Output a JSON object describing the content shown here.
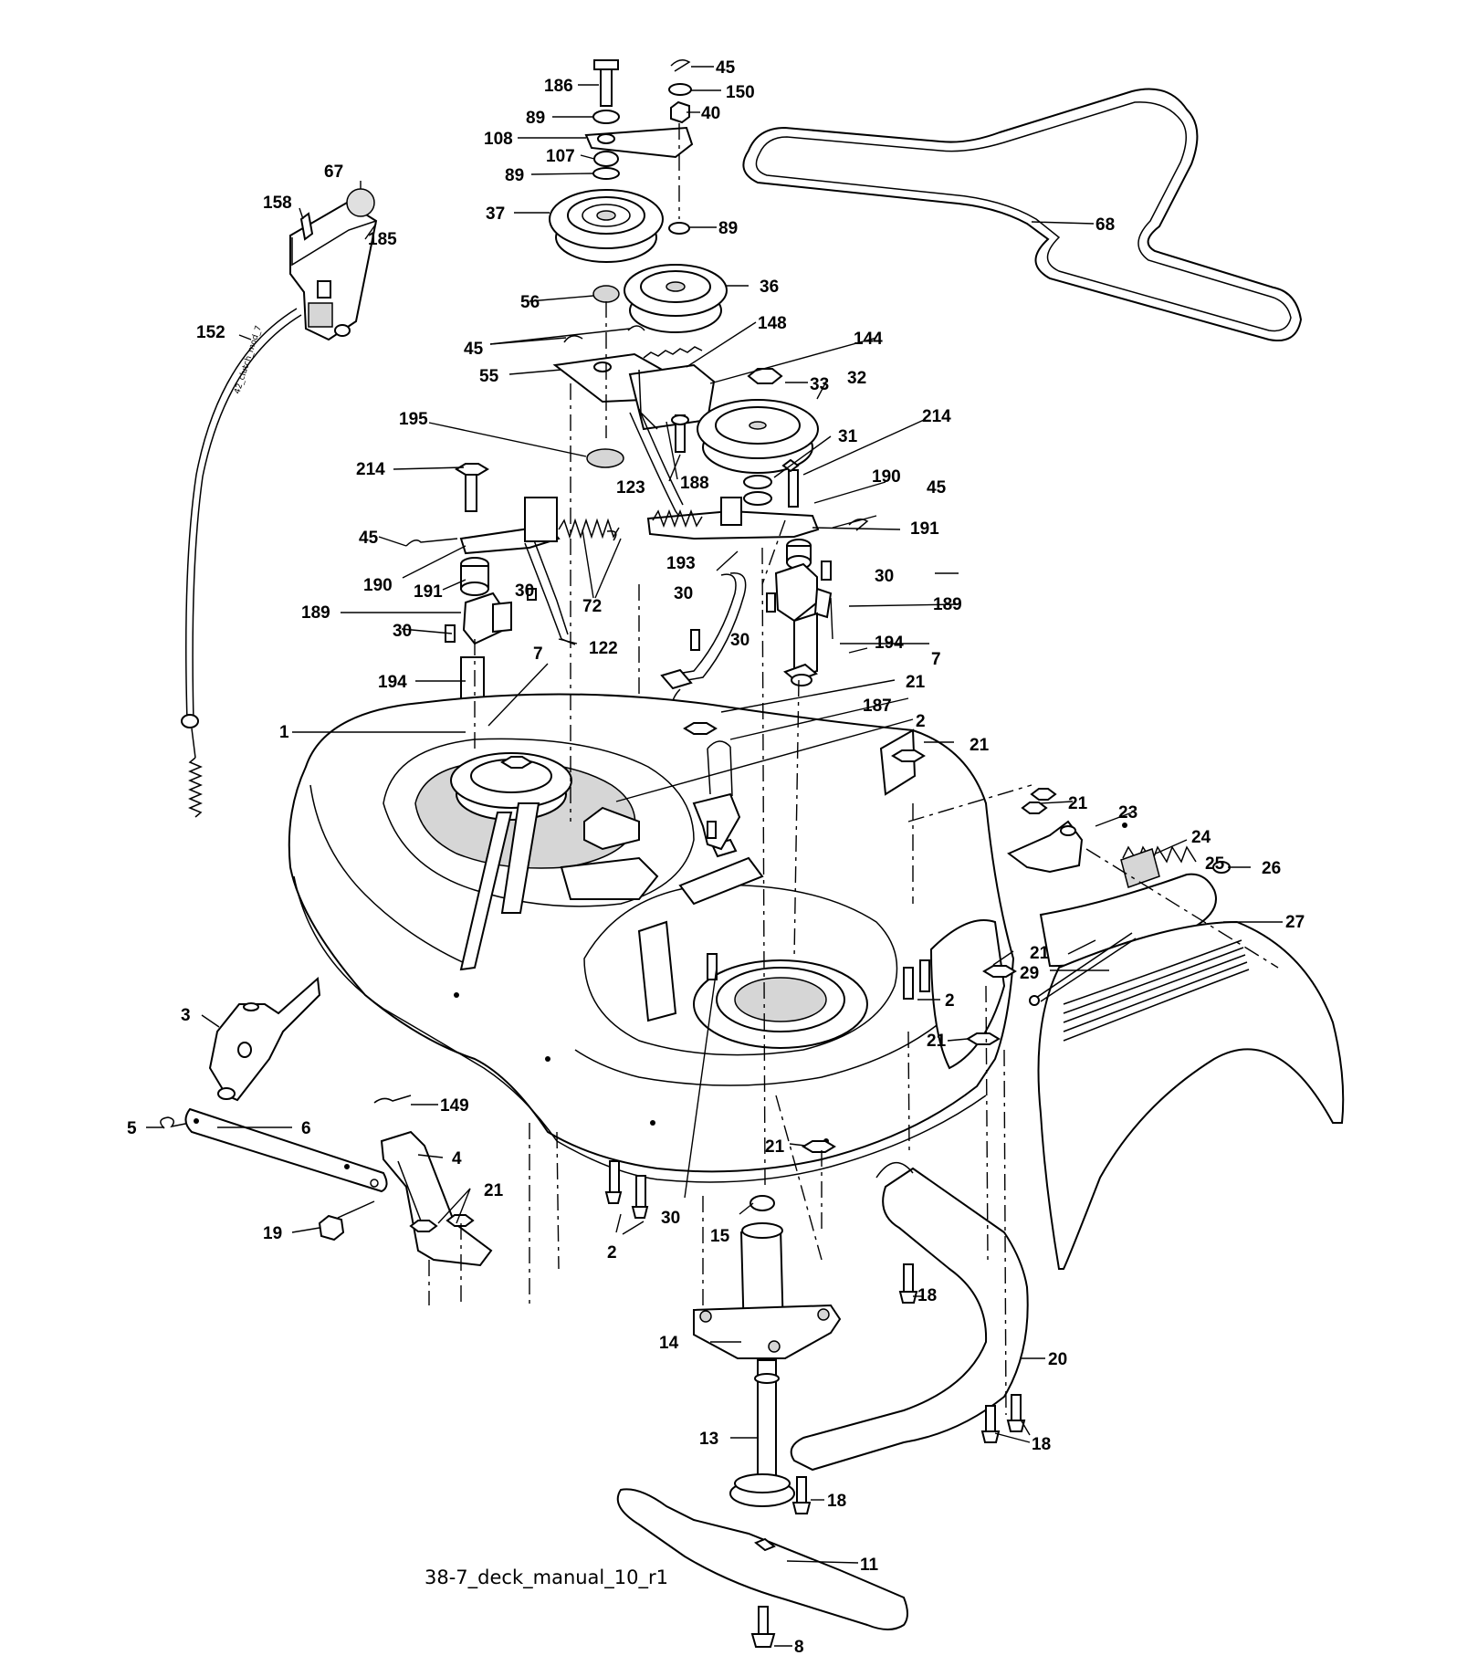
{
  "caption": "38-7_deck_manual_10_r1",
  "cable_marking": "42_clutch_mod_7",
  "callouts": [
    "1",
    "2",
    "3",
    "4",
    "5",
    "6",
    "7",
    "8",
    "11",
    "13",
    "14",
    "15",
    "18",
    "19",
    "20",
    "21",
    "23",
    "24",
    "25",
    "26",
    "27",
    "29",
    "30",
    "31",
    "32",
    "33",
    "36",
    "37",
    "40",
    "45",
    "55",
    "56",
    "67",
    "68",
    "72",
    "89",
    "107",
    "108",
    "122",
    "123",
    "144",
    "148",
    "149",
    "150",
    "152",
    "158",
    "185",
    "186",
    "187",
    "188",
    "189",
    "190",
    "191",
    "193",
    "194",
    "195",
    "214"
  ]
}
